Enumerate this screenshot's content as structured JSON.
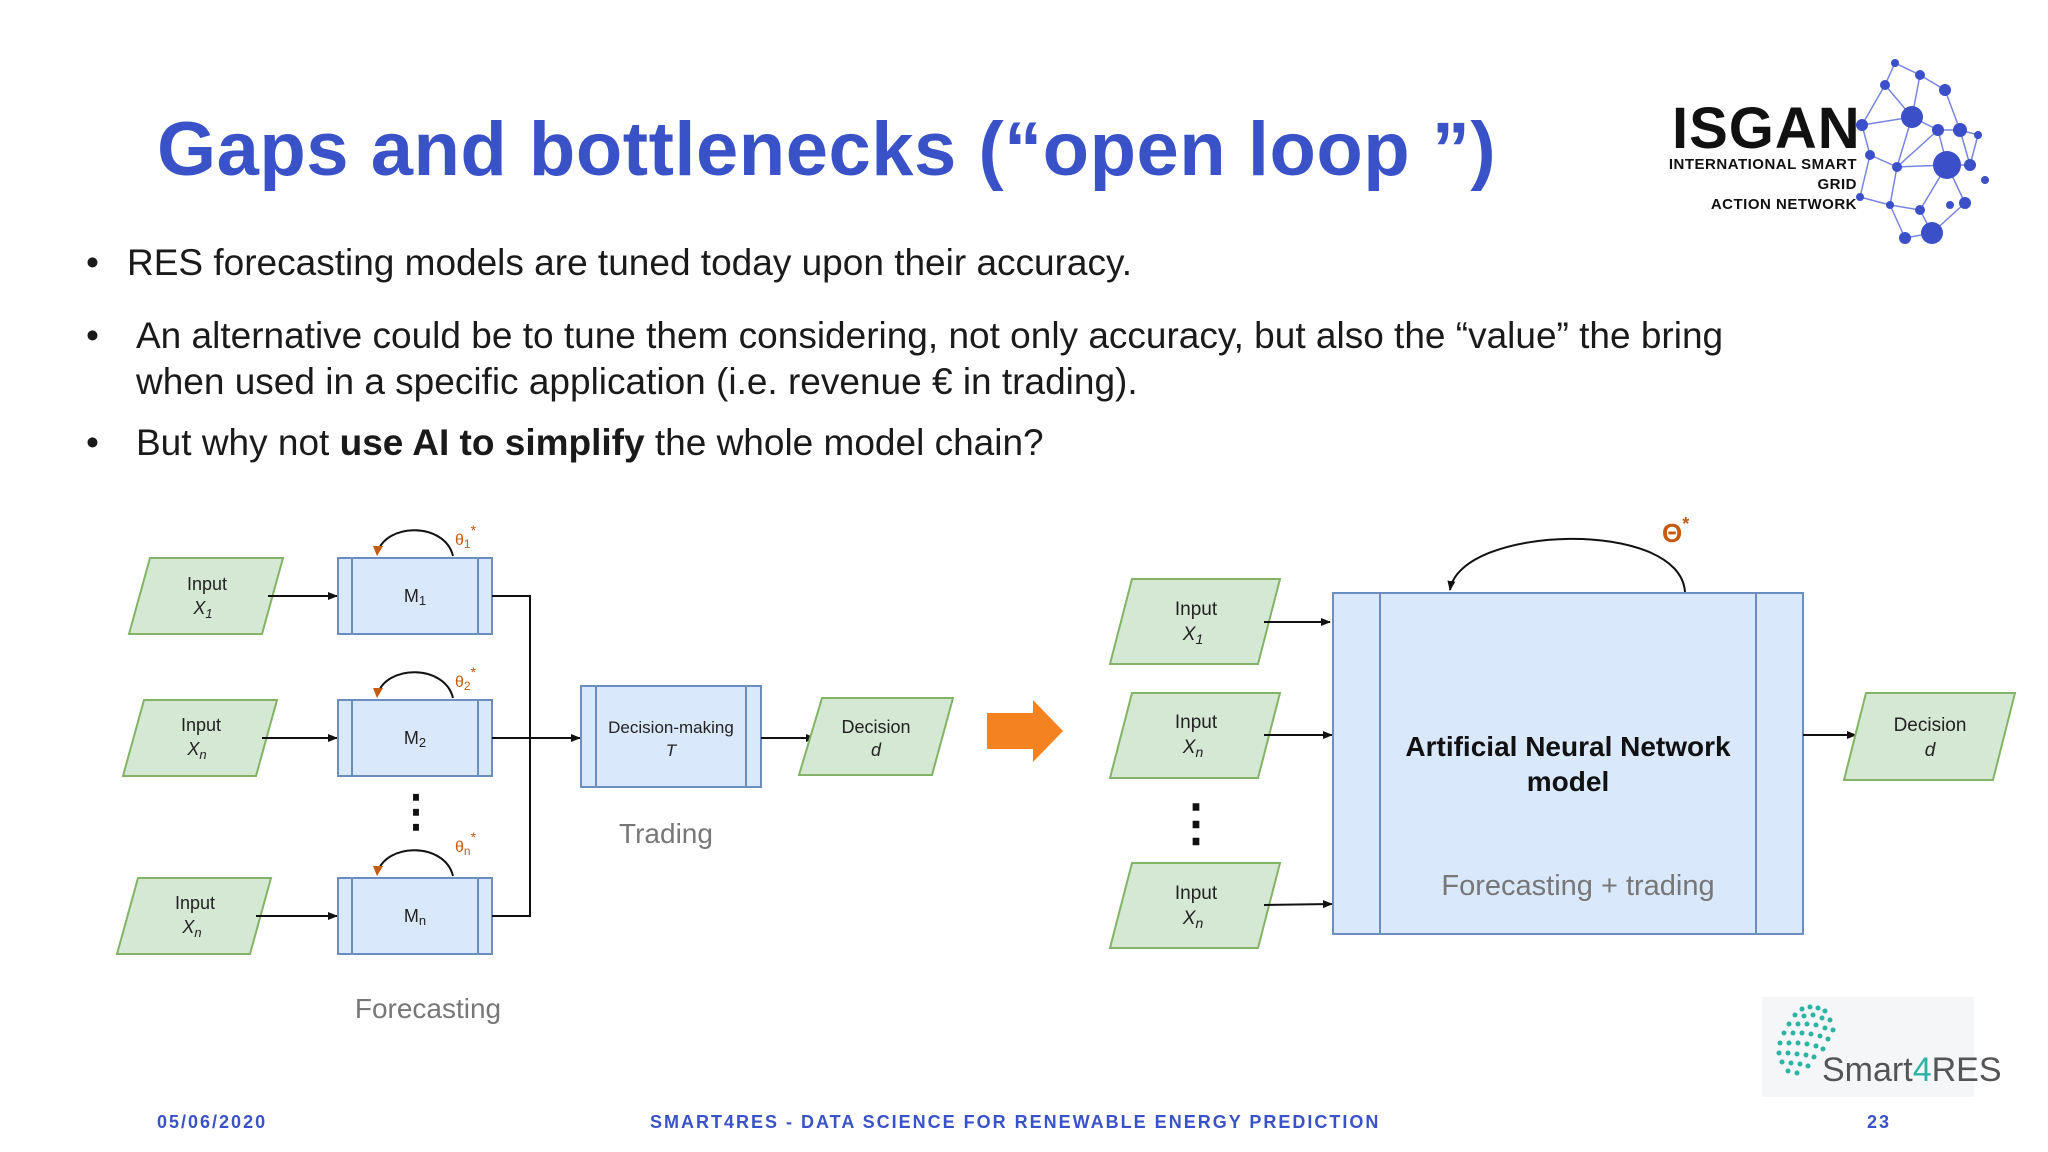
{
  "slide": {
    "title": "Gaps and bottlenecks (“open loop ”)",
    "bullets": {
      "b1": "RES forecasting models are tuned today upon their accuracy.",
      "b2_line1": "An alternative could be to tune them considering, not only accuracy, but also  the “value” the bring",
      "b2_line2": "when used in a specific application (i.e. revenue € in trading).",
      "b3_pre": "But why not ",
      "b3_bold": "use AI to simplify",
      "b3_post": " the whole model chain?"
    },
    "bullet_symbol": "•"
  },
  "isgan": {
    "name": "ISGAN",
    "sub1": "INTERNATIONAL SMART GRID",
    "sub2": "ACTION NETWORK"
  },
  "left_diagram": {
    "input_label": "Input",
    "x1": "X",
    "x1_sub": "1",
    "xn": "X",
    "xn_sub": "n",
    "m1": "M",
    "m1_sub": "1",
    "m2": "M",
    "m2_sub": "2",
    "mn": "M",
    "mn_sub": "n",
    "theta1": "θ",
    "theta1_sub": "1",
    "theta2": "θ",
    "theta2_sub": "2",
    "thetan": "θ",
    "thetan_sub": "n",
    "star": "*",
    "ellipsis": "⋮",
    "decision_making": "Decision-making",
    "t": "T",
    "decision": "Decision",
    "d": "d",
    "trading": "Trading",
    "forecasting": "Forecasting"
  },
  "right_diagram": {
    "input_label": "Input",
    "x1": "X",
    "x1_sub": "1",
    "xn": "X",
    "xn_sub": "n",
    "ellipsis": "⋮",
    "theta": "Θ",
    "star": "*",
    "ann_line1": "Artificial Neural Network",
    "ann_line2": "model",
    "ann_caption": "Forecasting + trading",
    "decision": "Decision",
    "d": "d"
  },
  "footer": {
    "date": "05/06/2020",
    "center": "SMART4RES - DATA SCIENCE FOR RENEWABLE ENERGY PREDICTION",
    "page": "23"
  },
  "smart4res": {
    "pre": "Smart",
    "four": "4",
    "post": "RES"
  },
  "colors": {
    "title": "#3a52c8",
    "input_fill": "#d5e8d4",
    "input_stroke": "#82b366",
    "box_fill": "#dae8fc",
    "box_stroke": "#6c8ebf",
    "theta": "#c55a11",
    "arrow": "#f58220"
  }
}
